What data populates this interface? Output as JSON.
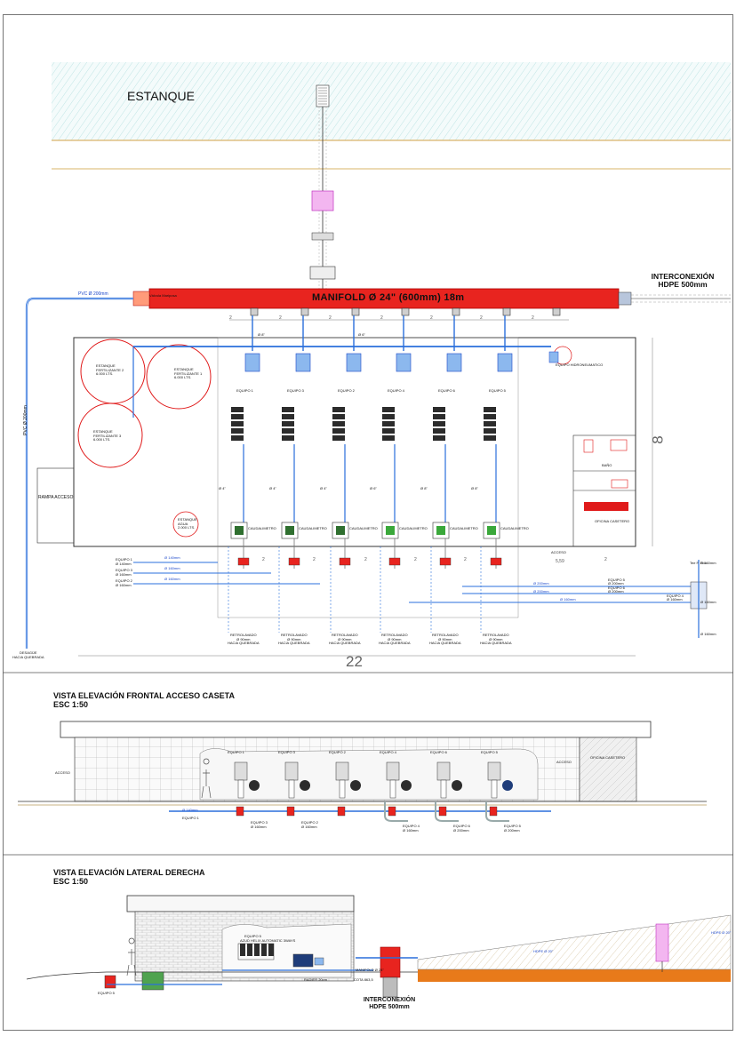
{
  "plan": {
    "estanque": "ESTANQUE",
    "manifold": "MANIFOLD Ø 24\" (600mm) 18m",
    "interconexion": [
      "INTERCONEXIÓN",
      "HDPE 500mm"
    ],
    "pvc_200": "PVC Ø 200mm",
    "desague": [
      "DESAGÜE",
      "HACIA QUEBRADA"
    ],
    "pvc_vertical": "PVC Ø 200mm",
    "rampa": "RAMPA ACCESO",
    "acceso": "ACCESO",
    "bano": "BAÑO",
    "oficina": "OFICINA CASETERO",
    "caudalimetro": "CAUDALIMETRO",
    "equipos_top": [
      "EQUIPO 1",
      "EQUIPO 3",
      "EQUIPO 2",
      "EQUIPO 4",
      "EQUIPO 6",
      "EQUIPO 5"
    ],
    "tanks": [
      [
        "ESTANQUE",
        "FERTILIZANTE 2",
        "6.000 LTS."
      ],
      [
        "ESTANQUE",
        "FERTILIZANTE 1",
        "6.000 LTS."
      ],
      [
        "ESTANQUE",
        "FERTILIZANTE 3",
        "6.000 LTS."
      ],
      [
        "ESTANQUE",
        "AGUA",
        "2.000 LTS."
      ]
    ],
    "equipo_hidroneumatico": "EQUIPO HIDRONEUMATICO",
    "diam_8": "Ø 8\"",
    "diam_6": "Ø 6\"",
    "diam_4": "Ø 4\"",
    "diam_140": "Ø 140mm",
    "diam_160": "Ø 160mm",
    "diam_200": "Ø 200mm",
    "dim_2": "2",
    "dim_559": "5,59",
    "dim_8": "8",
    "dim_22": "22",
    "retrolavado": [
      "RETROLAVADO",
      "Ø 90mm",
      "HACIA QUEBRADA"
    ],
    "outlets_left": [
      {
        "eq": "EQUIPO 1",
        "d": "Ø 140mm"
      },
      {
        "eq": "EQUIPO 3",
        "d": "Ø 160mm"
      },
      {
        "eq": "EQUIPO 2",
        "d": "Ø 160mm"
      }
    ],
    "outlets_right": [
      {
        "eq": "EQUIPO 5",
        "d": "Ø 200mm"
      },
      {
        "eq": "EQUIPO 6",
        "d": "Ø 200mm"
      },
      {
        "eq": "EQUIPO 4",
        "d": "Ø 160mm"
      }
    ],
    "tee": "Tee F. Fdo.",
    "valve_label": "Válvula Mariposa"
  },
  "front": {
    "title": [
      "VISTA ELEVACIÓN FRONTAL ACCESO CASETA",
      "ESC 1:50"
    ],
    "acceso_left": "ACCESO",
    "acceso_right": "ACCESO",
    "oficina": "OFICINA CASETERO",
    "equipos": [
      "EQUIPO 1",
      "EQUIPO 3",
      "EQUIPO 2",
      "EQUIPO 4",
      "EQUIPO 6",
      "EQUIPO 5"
    ],
    "outlet_left": {
      "eq": "EQUIPO 1",
      "d": "Ø 140mm"
    },
    "bottom": [
      {
        "eq": "EQUIPO 3",
        "d": "Ø 160mm"
      },
      {
        "eq": "EQUIPO 2",
        "d": "Ø 160mm"
      },
      {
        "eq": "EQUIPO 4",
        "d": "Ø 160mm"
      },
      {
        "eq": "EQUIPO 6",
        "d": "Ø 200mm"
      },
      {
        "eq": "EQUIPO 5",
        "d": "Ø 200mm"
      }
    ]
  },
  "side": {
    "title": [
      "VISTA ELEVACIÓN LATERAL DERECHA",
      "ESC 1:50"
    ],
    "equipo5": "EQUIPO 5",
    "equipo5_bottom": "EQUIPO 5",
    "azud": "AZUD HELIX AUTOMATIC 3WAYS",
    "manifold": "MANIFOLD Ø 24\"",
    "radier": "RADIER 20cm",
    "cota": "COTA 863,5",
    "interconexion": [
      "INTERCONEXIÓN",
      "HDPE 500mm"
    ],
    "hdpe": "HDPE Ø 20\"",
    "hdpe_right": "HDPE Ø 20\""
  },
  "colors": {
    "manifold_red": "#e8241f",
    "pipe_blue": "#2a6fdc",
    "pond_cyan": "#b5e3e3",
    "tank_red": "#e01a1a",
    "valve_pink": "#e864e0",
    "ground_orange": "#e87a1a",
    "pump_navy": "#1f3d7a"
  }
}
